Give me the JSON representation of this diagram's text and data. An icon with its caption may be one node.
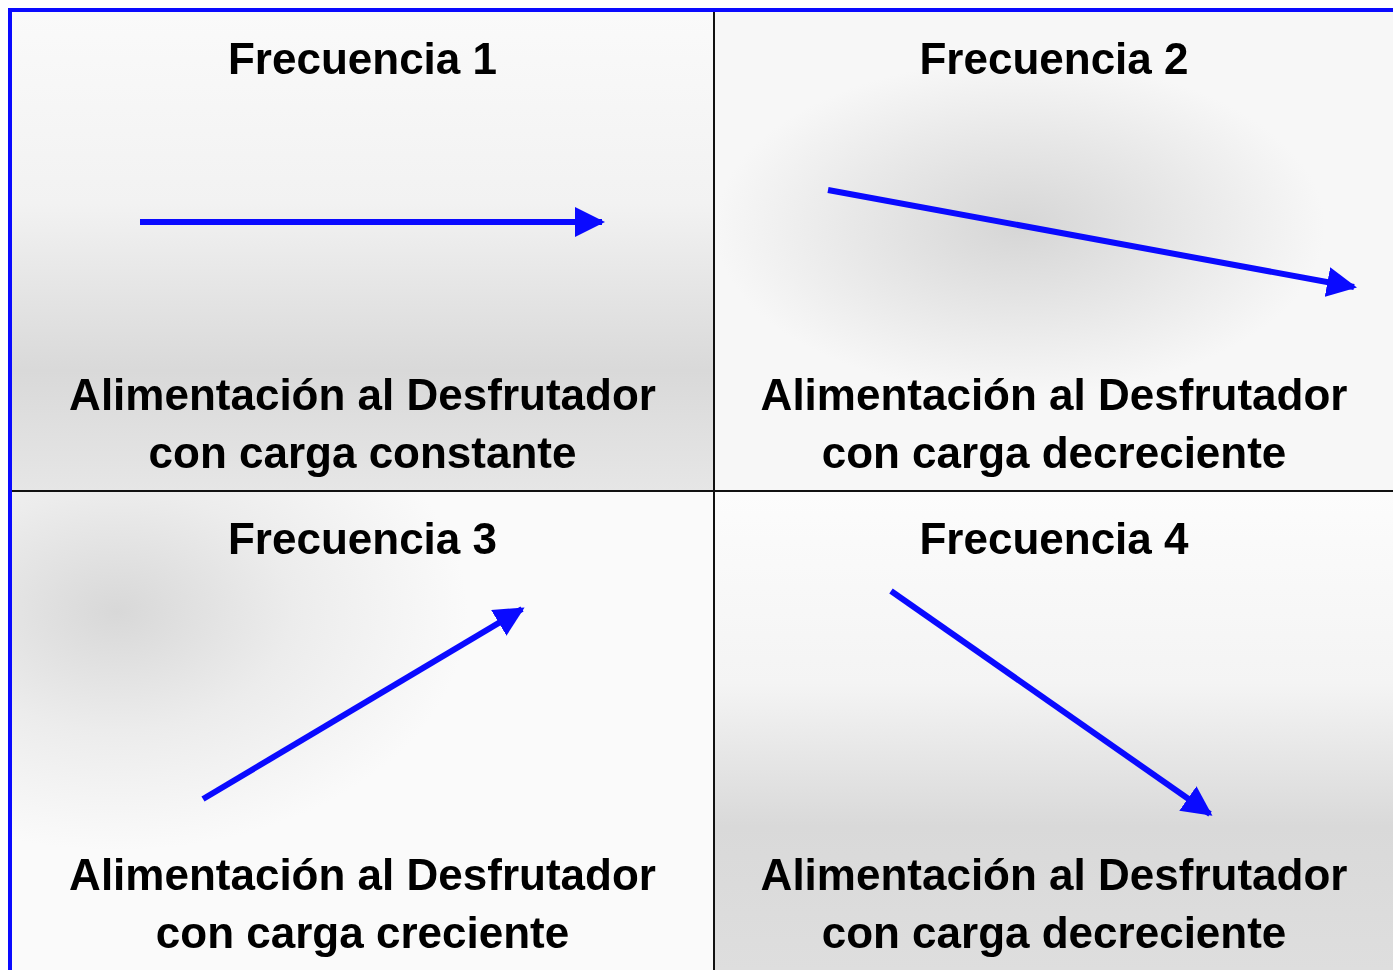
{
  "diagram": {
    "nodes": [
      {
        "text": [
          "Frecuencia 1",
          "Alimentación al Desfrutador con carga constante"
        ]
      },
      {
        "text": [
          "Frecuencia 2",
          "Alimentación al Desfrutador con carga decreciente"
        ]
      },
      {
        "text": [
          "Frecuencia 3",
          "Alimentación al Desfrutador con carga creciente"
        ]
      },
      {
        "text": [
          "Frecuencia 4",
          "Alimentación al Desfrutador con carga decreciente"
        ]
      }
    ]
  }
}
